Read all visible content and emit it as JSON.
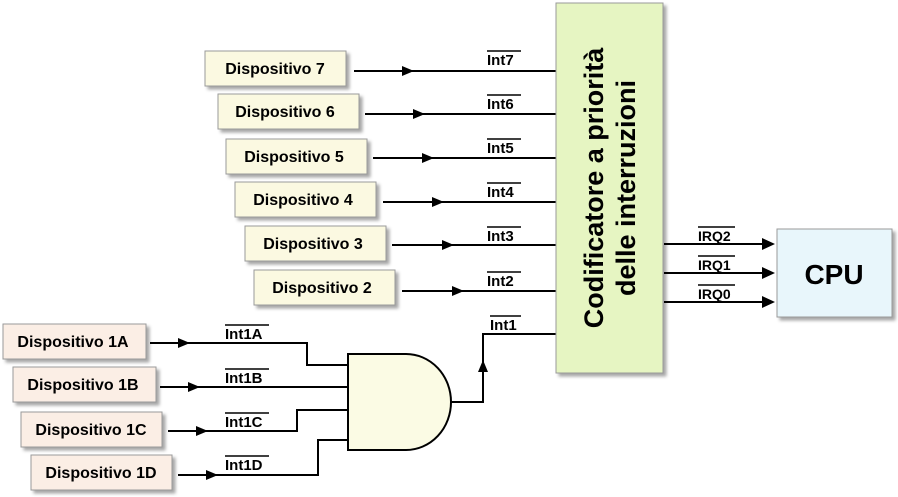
{
  "devices_top": [
    {
      "label": "Dispositivo  7",
      "signal": "Int7"
    },
    {
      "label": "Dispositivo  6",
      "signal": "Int6"
    },
    {
      "label": "Dispositivo  5",
      "signal": "Int5"
    },
    {
      "label": "Dispositivo  4",
      "signal": "Int4"
    },
    {
      "label": "Dispositivo  3",
      "signal": "Int3"
    },
    {
      "label": "Dispositivo  2",
      "signal": "Int2"
    }
  ],
  "devices_group1": [
    {
      "label": "Dispositivo 1A",
      "signal": "Int1A"
    },
    {
      "label": "Dispositivo 1B",
      "signal": "Int1B"
    },
    {
      "label": "Dispositivo 1C",
      "signal": "Int1C"
    },
    {
      "label": "Dispositivo 1D",
      "signal": "Int1D"
    }
  ],
  "gate_output_signal": "Int1",
  "encoder": {
    "line1": "Codificatore a priorità",
    "line2": "delle interruzioni",
    "fill": "#e6f5c2"
  },
  "irq_signals": [
    "IRQ2",
    "IRQ1",
    "IRQ0"
  ],
  "cpu": {
    "label": "CPU",
    "fill": "#e8f6fb"
  },
  "colors": {
    "device_top_fill": "#fbf9e1",
    "device_group_fill": "#fbeee5",
    "gate_fill": "#fbfbe4"
  }
}
